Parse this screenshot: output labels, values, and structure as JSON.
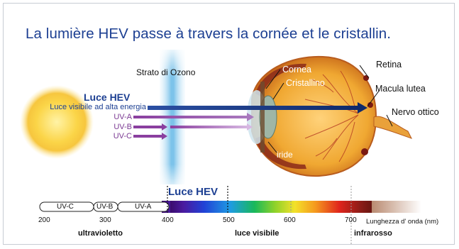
{
  "title": "La lumière HEV passe à travers la cornée et le cristallin.",
  "ozone_label": "Strato di Ozono",
  "hev_heading": "Luce HEV",
  "hev_subheading": "Luce visibile ad alta energia",
  "uv_rays": [
    "UV-A",
    "UV-B",
    "UV-C"
  ],
  "eye_labels": {
    "cornea": "Cornea",
    "lens": "Cristallino",
    "iris": "iride",
    "retina": "Retina",
    "macula": "Macula lutea",
    "optic_nerve": "Nervo ottico"
  },
  "spectrum": {
    "hev_label": "Luce HEV",
    "uv_bands": [
      "UV-C",
      "UV-B",
      "UV-A"
    ],
    "ticks": [
      "200",
      "300",
      "400",
      "500",
      "600",
      "700"
    ],
    "axis_unit": "Lunghezza d' onda (nm)",
    "categories": [
      "ultravioletto",
      "luce visibile",
      "infrarosso"
    ]
  },
  "colors": {
    "title": "#1c3f92",
    "hev_arrow": "#1a3a8a",
    "uv_arrow": "#7b3a93",
    "ozone": "#7cc3ea",
    "sun": "#f7c53a",
    "eye": "#f2b23a"
  }
}
